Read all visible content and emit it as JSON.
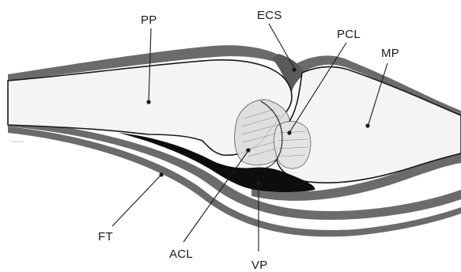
{
  "labels": {
    "pp": "PP",
    "ecs": "ECS",
    "pcl": "PCL",
    "mp": "MP",
    "ft": "FT",
    "acl": "ACL",
    "vp": "VP"
  },
  "colors": {
    "background": "#ffffff",
    "bone_fill": "#f2f2f2",
    "tendon_gray": "#6b6b6b",
    "outline": "#1a1a1a",
    "ligament_fill": "#dcdcdc",
    "volar_plate": "#0d0d0d"
  }
}
